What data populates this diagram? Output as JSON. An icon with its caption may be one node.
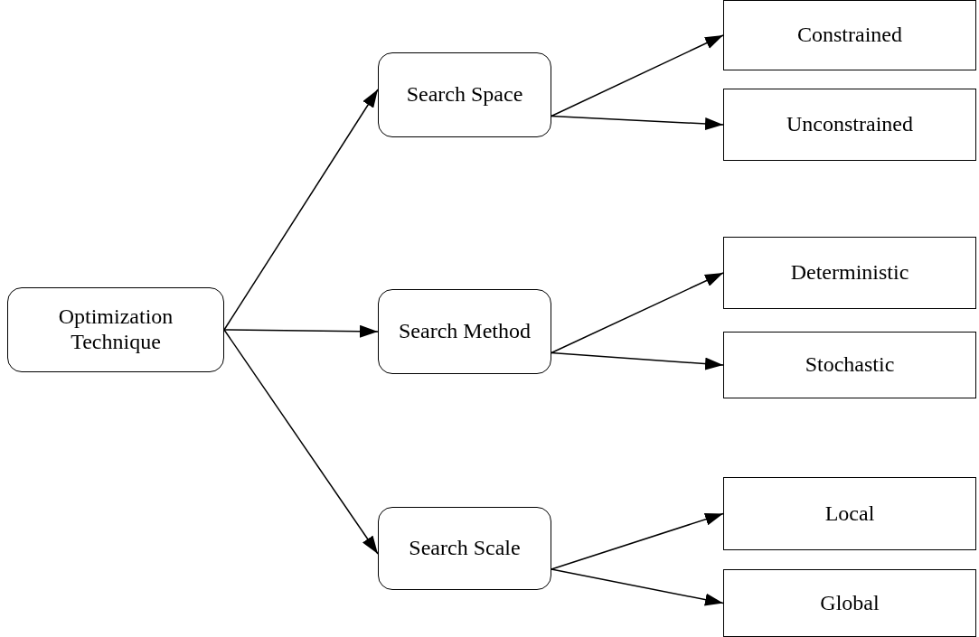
{
  "diagram": {
    "nodes": [
      {
        "text": [
          "Optimization Technique"
        ]
      },
      {
        "text": [
          "Search Space"
        ]
      },
      {
        "text": [
          "Search Method"
        ]
      },
      {
        "text": [
          "Search Scale"
        ]
      },
      {
        "text": [
          "Constrained"
        ]
      },
      {
        "text": [
          "Unconstrained"
        ]
      },
      {
        "text": [
          "Deterministic"
        ]
      },
      {
        "text": [
          "Stochastic"
        ]
      },
      {
        "text": [
          "Local"
        ]
      },
      {
        "text": [
          "Global"
        ]
      }
    ],
    "edges": [
      {
        "from": 0,
        "to": 1,
        "arrow": "to"
      },
      {
        "from": 0,
        "to": 2,
        "arrow": "to"
      },
      {
        "from": 0,
        "to": 3,
        "arrow": "to"
      },
      {
        "from": 1,
        "to": 4,
        "arrow": "to"
      },
      {
        "from": 1,
        "to": 5,
        "arrow": "to"
      },
      {
        "from": 2,
        "to": 6,
        "arrow": "to"
      },
      {
        "from": 2,
        "to": 7,
        "arrow": "to"
      },
      {
        "from": 3,
        "to": 8,
        "arrow": "to"
      },
      {
        "from": 3,
        "to": 9,
        "arrow": "to"
      }
    ]
  }
}
